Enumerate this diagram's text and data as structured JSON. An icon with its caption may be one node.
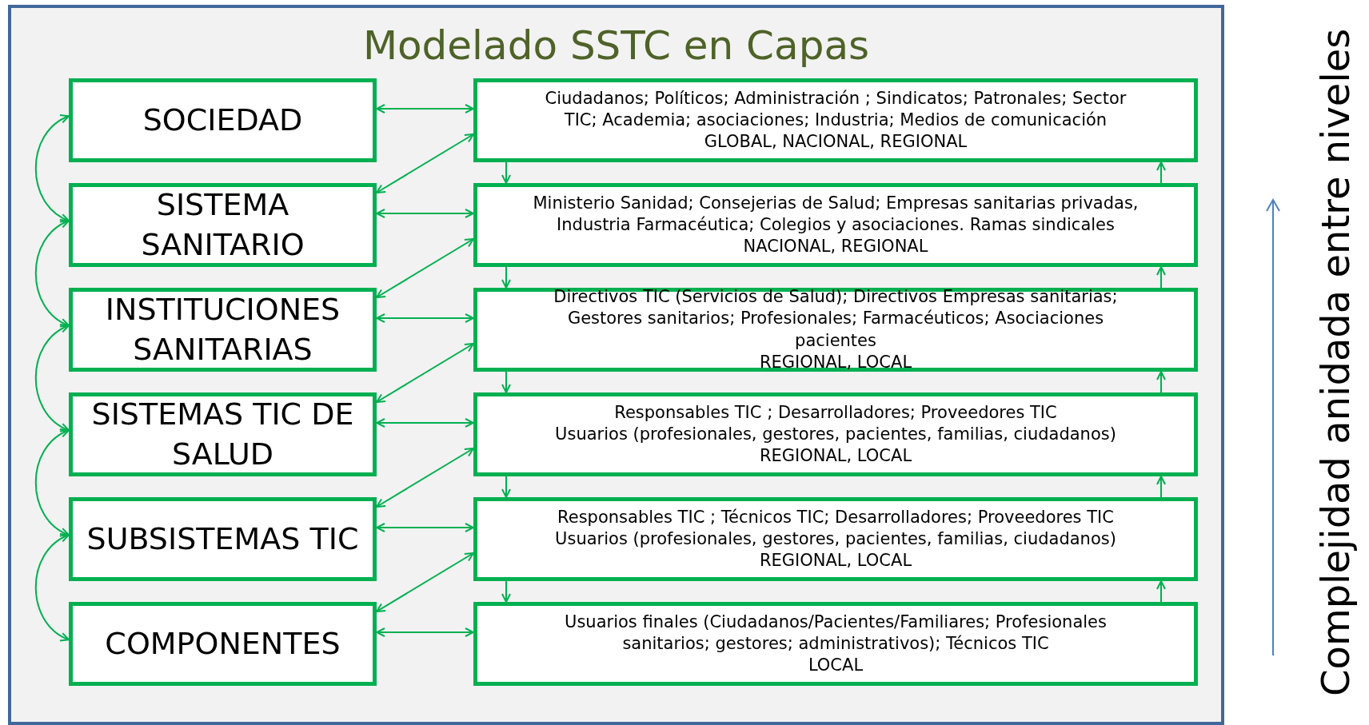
{
  "diagram": {
    "title": "Modelado SSTC en Capas",
    "nodes": [
      {
        "text": [
          "SOCIEDAD"
        ]
      },
      {
        "text": [
          "SISTEMA SANITARIO"
        ]
      },
      {
        "text": [
          "INSTITUCIONES SANITARIAS"
        ]
      },
      {
        "text": [
          "SISTEMAS TIC DE SALUD"
        ]
      },
      {
        "text": [
          "SUBSISTEMAS TIC"
        ]
      },
      {
        "text": [
          "COMPONENTES"
        ]
      },
      {
        "text": [
          "Ciudadanos; Políticos;  Administración ; Sindicatos;  Patronales; Sector TIC; Academia; asociaciones; Industria; Medios de comunicación",
          "GLOBAL, NACIONAL, REGIONAL"
        ]
      },
      {
        "text": [
          "Ministerio Sanidad; Consejerias de Salud; Empresas  sanitarias privadas, Industria Farmacéutica; Colegios y asociaciones. Ramas sindicales",
          "NACIONAL, REGIONAL"
        ]
      },
      {
        "text": [
          "Directivos TIC (Servicios de Salud); Directivos Empresas sanitarias; Gestores sanitarios; Profesionales; Farmacéuticos; Asociaciones pacientes",
          "REGIONAL, LOCAL"
        ]
      },
      {
        "text": [
          "Responsables TIC ; Desarrolladores; Proveedores TIC",
          "Usuarios (profesionales, gestores, pacientes, familias, ciudadanos)",
          "REGIONAL, LOCAL"
        ]
      },
      {
        "text": [
          "Responsables TIC ; Técnicos TIC; Desarrolladores; Proveedores TIC",
          "Usuarios (profesionales, gestores, pacientes, familias, ciudadanos)",
          "REGIONAL, LOCAL"
        ]
      },
      {
        "text": [
          "Usuarios finales  (Ciudadanos/Pacientes/Familiares; Profesionales sanitarios;  gestores; administrativos); Técnicos TIC",
          "LOCAL"
        ]
      }
    ],
    "edges": [
      {
        "from": 0,
        "to": 6,
        "arrow": "both"
      },
      {
        "from": 1,
        "to": 7,
        "arrow": "both"
      },
      {
        "from": 2,
        "to": 8,
        "arrow": "both"
      },
      {
        "from": 3,
        "to": 9,
        "arrow": "both"
      },
      {
        "from": 4,
        "to": 10,
        "arrow": "both"
      },
      {
        "from": 5,
        "to": 11,
        "arrow": "both"
      },
      {
        "from": 1,
        "to": 6,
        "arrow": "both"
      },
      {
        "from": 2,
        "to": 7,
        "arrow": "both"
      },
      {
        "from": 3,
        "to": 8,
        "arrow": "both"
      },
      {
        "from": 4,
        "to": 9,
        "arrow": "both"
      },
      {
        "from": 5,
        "to": 10,
        "arrow": "both"
      },
      {
        "from": 0,
        "to": 1,
        "arrow": "both"
      },
      {
        "from": 1,
        "to": 2,
        "arrow": "both"
      },
      {
        "from": 2,
        "to": 3,
        "arrow": "both"
      },
      {
        "from": 3,
        "to": 4,
        "arrow": "both"
      },
      {
        "from": 4,
        "to": 5,
        "arrow": "both"
      },
      {
        "from": 6,
        "to": 7,
        "arrow": "to"
      },
      {
        "from": 7,
        "to": 8,
        "arrow": "to"
      },
      {
        "from": 8,
        "to": 9,
        "arrow": "to"
      },
      {
        "from": 9,
        "to": 10,
        "arrow": "to"
      },
      {
        "from": 10,
        "to": 11,
        "arrow": "to"
      },
      {
        "from": 11,
        "to": 10,
        "arrow": "to"
      },
      {
        "from": 10,
        "to": 9,
        "arrow": "to"
      },
      {
        "from": 9,
        "to": 8,
        "arrow": "to"
      },
      {
        "from": 8,
        "to": 7,
        "arrow": "to"
      },
      {
        "from": 7,
        "to": 6,
        "arrow": "to"
      }
    ],
    "labels": [
      "Complejidad anidada entre niveles"
    ]
  }
}
